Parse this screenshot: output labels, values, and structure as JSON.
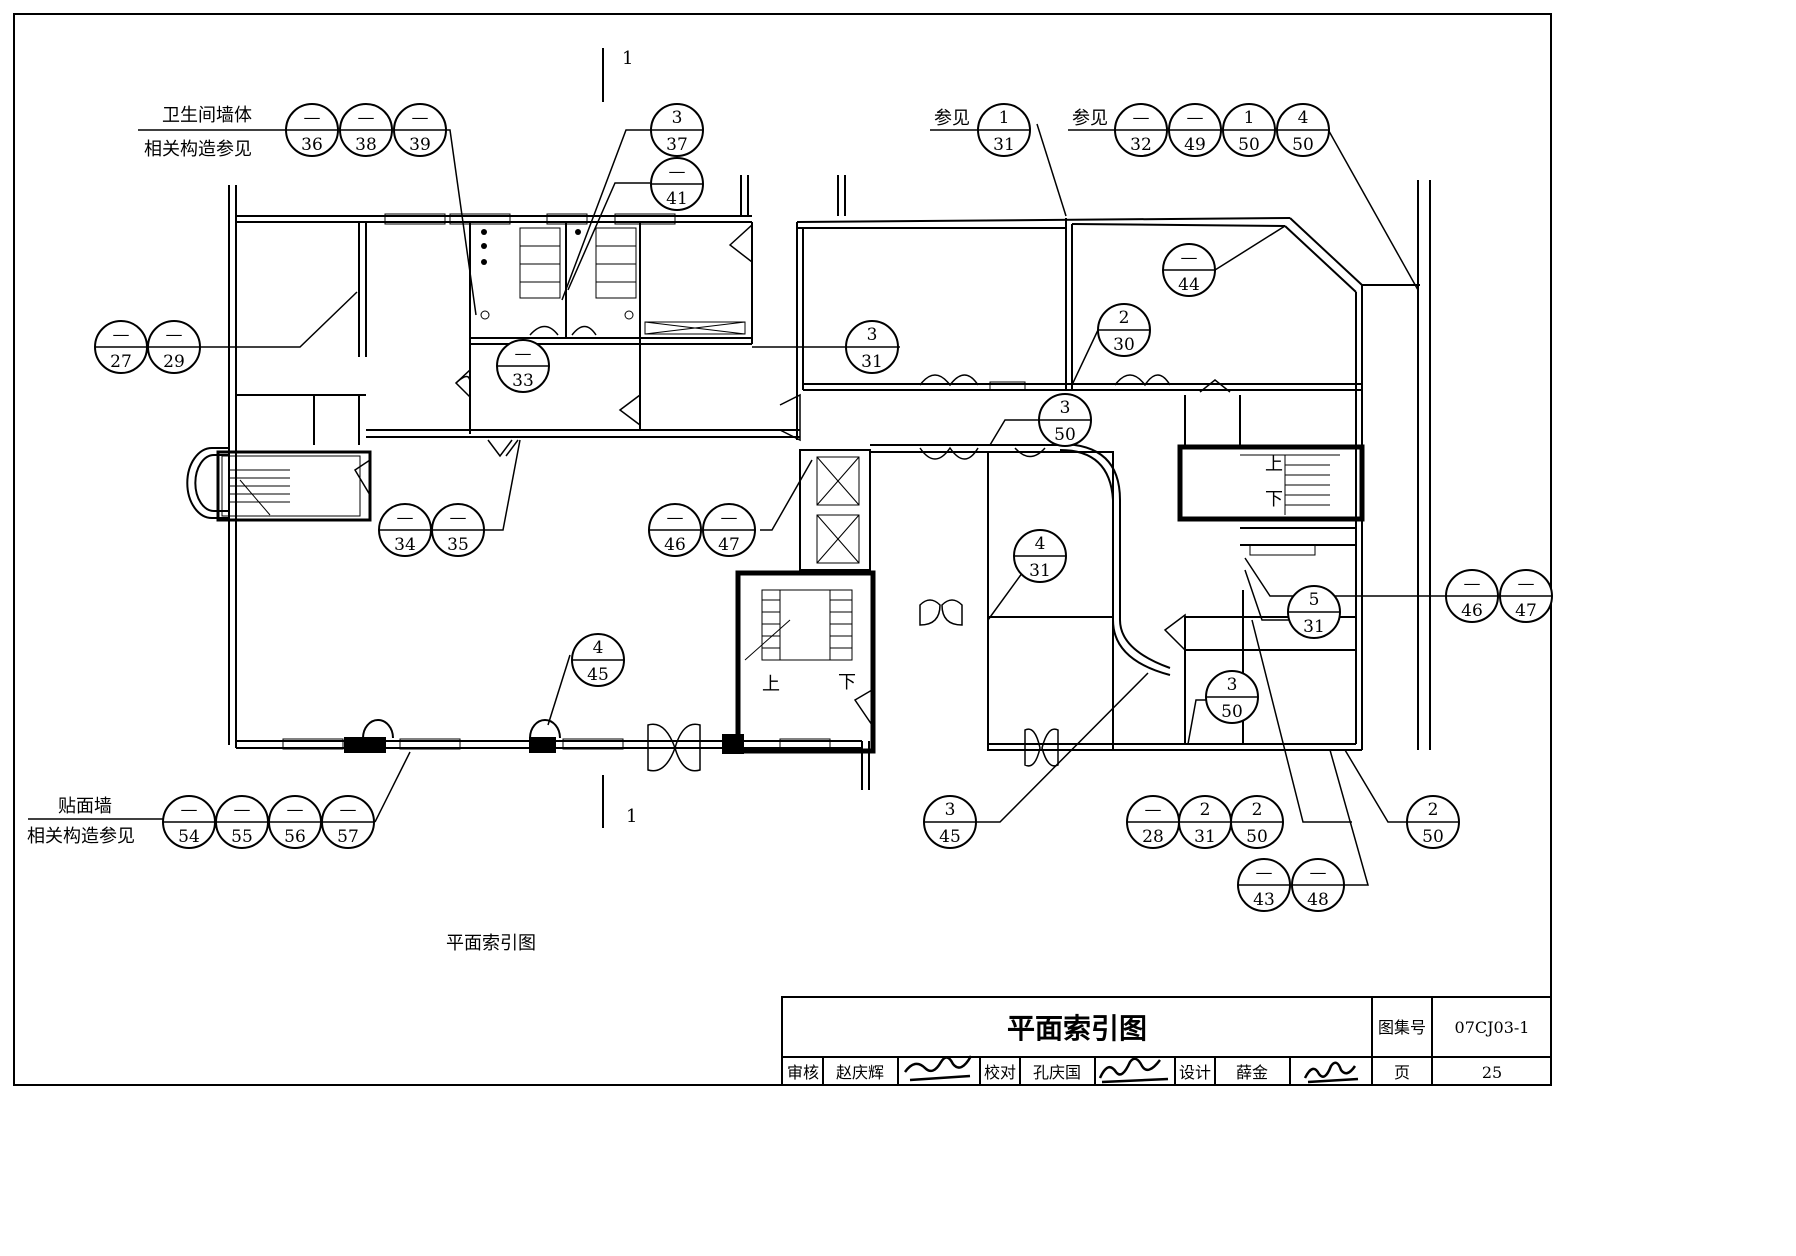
{
  "title": "平面索引图",
  "caption": "平面索引图",
  "section_mark": "1",
  "callouts": [
    {
      "id": "wc-wall",
      "label1": "卫生间墙体",
      "label2": "相关构造参见",
      "refs": [
        {
          "top": "—",
          "bottom": "36"
        },
        {
          "top": "—",
          "bottom": "38"
        },
        {
          "top": "—",
          "bottom": "39"
        }
      ]
    },
    {
      "id": "facing-wall",
      "label1": "贴面墙",
      "label2": "相关构造参见",
      "refs": [
        {
          "top": "—",
          "bottom": "54"
        },
        {
          "top": "—",
          "bottom": "55"
        },
        {
          "top": "—",
          "bottom": "56"
        },
        {
          "top": "—",
          "bottom": "57"
        }
      ]
    },
    {
      "id": "see-31",
      "label1": "参见",
      "refs": [
        {
          "top": "1",
          "bottom": "31"
        }
      ]
    },
    {
      "id": "see-group",
      "label1": "参见",
      "refs": [
        {
          "top": "—",
          "bottom": "32"
        },
        {
          "top": "—",
          "bottom": "49"
        },
        {
          "top": "1",
          "bottom": "50"
        },
        {
          "top": "4",
          "bottom": "50"
        }
      ]
    },
    {
      "id": "c-3-37",
      "refs": [
        {
          "top": "3",
          "bottom": "37"
        }
      ]
    },
    {
      "id": "c-41",
      "refs": [
        {
          "top": "—",
          "bottom": "41"
        }
      ]
    },
    {
      "id": "c-27-29",
      "refs": [
        {
          "top": "—",
          "bottom": "27"
        },
        {
          "top": "—",
          "bottom": "29"
        }
      ]
    },
    {
      "id": "c-33",
      "refs": [
        {
          "top": "—",
          "bottom": "33"
        }
      ]
    },
    {
      "id": "c-3-31",
      "refs": [
        {
          "top": "3",
          "bottom": "31"
        }
      ]
    },
    {
      "id": "c-2-30",
      "refs": [
        {
          "top": "2",
          "bottom": "30"
        }
      ]
    },
    {
      "id": "c-44",
      "refs": [
        {
          "top": "—",
          "bottom": "44"
        }
      ]
    },
    {
      "id": "c-3-50a",
      "refs": [
        {
          "top": "3",
          "bottom": "50"
        }
      ]
    },
    {
      "id": "c-34-35",
      "refs": [
        {
          "top": "—",
          "bottom": "34"
        },
        {
          "top": "—",
          "bottom": "35"
        }
      ]
    },
    {
      "id": "c-46-47a",
      "refs": [
        {
          "top": "—",
          "bottom": "46"
        },
        {
          "top": "—",
          "bottom": "47"
        }
      ]
    },
    {
      "id": "c-4-31",
      "refs": [
        {
          "top": "4",
          "bottom": "31"
        }
      ]
    },
    {
      "id": "c-46-47b",
      "refs": [
        {
          "top": "—",
          "bottom": "46"
        },
        {
          "top": "—",
          "bottom": "47"
        }
      ]
    },
    {
      "id": "c-5-31",
      "refs": [
        {
          "top": "5",
          "bottom": "31"
        }
      ]
    },
    {
      "id": "c-4-45",
      "refs": [
        {
          "top": "4",
          "bottom": "45"
        }
      ]
    },
    {
      "id": "c-3-50b",
      "refs": [
        {
          "top": "3",
          "bottom": "50"
        }
      ]
    },
    {
      "id": "c-3-45",
      "refs": [
        {
          "top": "3",
          "bottom": "45"
        }
      ]
    },
    {
      "id": "c-28-31-50",
      "refs": [
        {
          "top": "—",
          "bottom": "28"
        },
        {
          "top": "2",
          "bottom": "31"
        },
        {
          "top": "2",
          "bottom": "50"
        }
      ]
    },
    {
      "id": "c-2-50",
      "refs": [
        {
          "top": "2",
          "bottom": "50"
        }
      ]
    },
    {
      "id": "c-43-48",
      "refs": [
        {
          "top": "—",
          "bottom": "43"
        },
        {
          "top": "—",
          "bottom": "48"
        }
      ]
    }
  ],
  "stair_labels": {
    "up": "上",
    "down": "下"
  },
  "title_block": {
    "atlas_label": "图集号",
    "atlas_no": "07CJ03-1",
    "page_label": "页",
    "page_no": "25",
    "review_label": "审核",
    "reviewer": "赵庆辉",
    "check_label": "校对",
    "checker": "孔庆国",
    "design_label": "设计",
    "designer": "薛金",
    "signatures": [
      "赵庆辉",
      "孔庆国",
      "薛金"
    ]
  }
}
